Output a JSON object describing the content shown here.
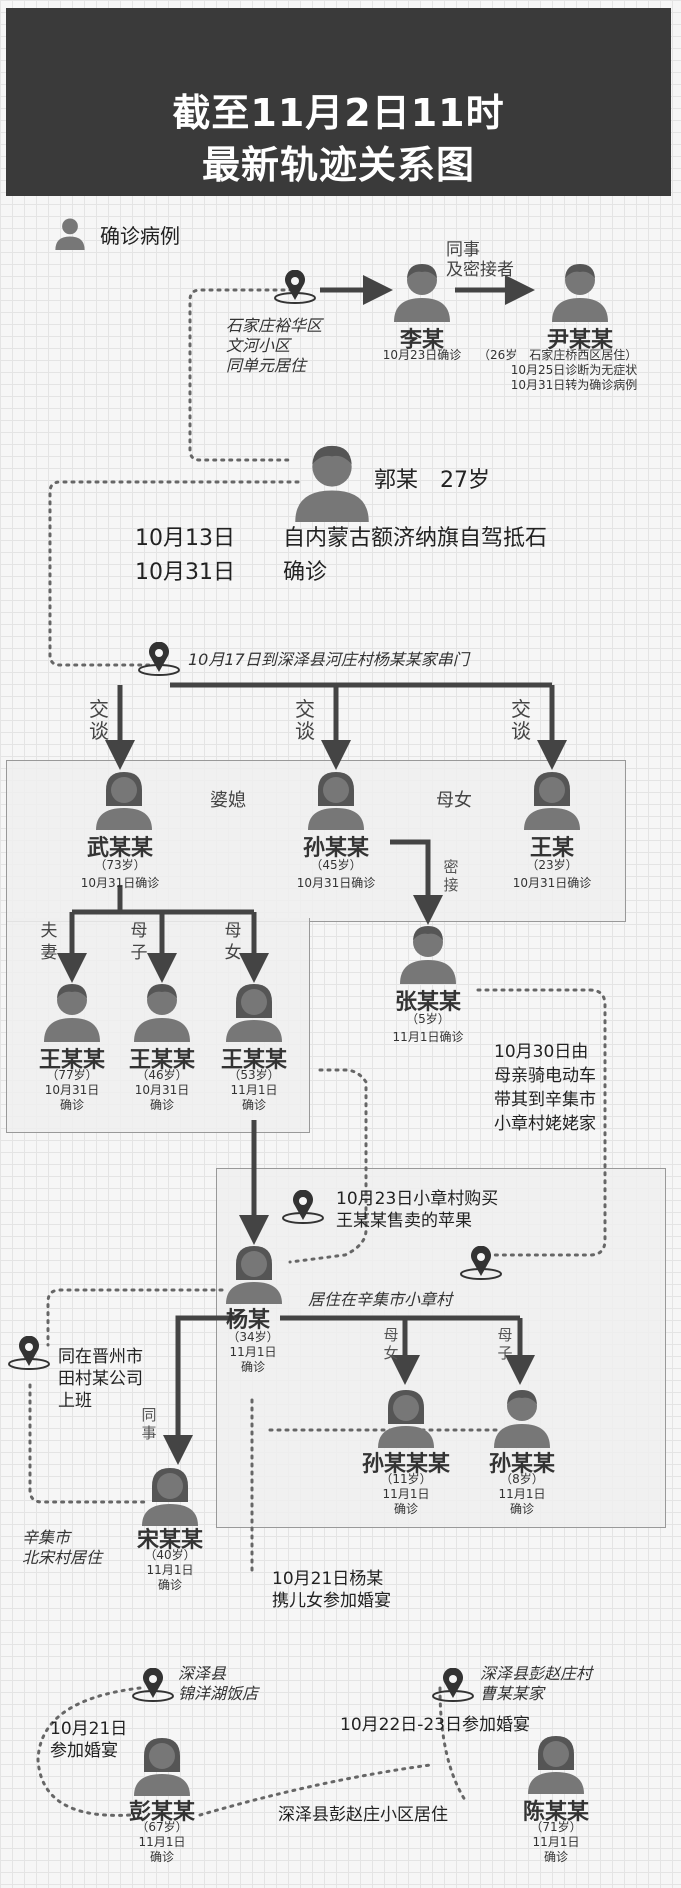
{
  "title_line1": "截至11月2日11时",
  "title_line2": "最新轨迹关系图",
  "legend": "确诊病例",
  "loc_shijiazhuang": [
    "石家庄裕华区",
    "文河小区",
    "同单元居住"
  ],
  "li": {
    "name": "李某",
    "info": "10月23日确诊"
  },
  "rel_colleague_close": [
    "同事",
    "及密接者"
  ],
  "yin": {
    "name": "尹某某",
    "info": [
      "（26岁　石家庄桥西区居住）",
      "10月25日诊断为无症状",
      "10月31日转为确诊病例"
    ]
  },
  "guo": {
    "name": "郭某　27岁"
  },
  "guo_line1": {
    "date": "10月13日",
    "text": "自内蒙古额济纳旗自驾抵石"
  },
  "guo_line2": {
    "date": "10月31日",
    "text": "确诊"
  },
  "visit": "10月17日到深泽县河庄村杨某某家串门",
  "talk": [
    "交谈",
    "交谈",
    "交谈"
  ],
  "rel_posi": "婆媳",
  "rel_munv": "母女",
  "wu": {
    "name": "武某某",
    "age": "（73岁）",
    "info": "10月31日确诊"
  },
  "sun": {
    "name": "孙某某",
    "age": "（45岁）",
    "info": "10月31日确诊"
  },
  "wang1": {
    "name": "王某",
    "age": "（23岁）",
    "info": "10月31日确诊"
  },
  "rel_close": "密接",
  "rel_fuqi": "夫妻",
  "rel_muzi": "母子",
  "rel_munv2": "母女",
  "zhang": {
    "name": "张某某",
    "age": "（5岁）",
    "info": "11月1日确诊"
  },
  "wang77": {
    "name": "王某某",
    "age": "（77岁）",
    "info": [
      "10月31日",
      "确诊"
    ]
  },
  "wang46": {
    "name": "王某某",
    "age": "（46岁）",
    "info": [
      "10月31日",
      "确诊"
    ]
  },
  "wang53": {
    "name": "王某某",
    "age": "（53岁）",
    "info": [
      "11月1日",
      "确诊"
    ]
  },
  "oct30": [
    "10月30日由",
    "母亲骑电动车",
    "带其到辛集市",
    "小章村姥姥家"
  ],
  "apple": [
    "10月23日小章村购买",
    "王某某售卖的苹果"
  ],
  "xinji_home": "居住在辛集市小章村",
  "yang": {
    "name": "杨某",
    "age": "（34岁）",
    "info": [
      "11月1日",
      "确诊"
    ]
  },
  "jinzhou": [
    "同在晋州市",
    "田村某公司",
    "上班"
  ],
  "rel_tongshi": "同事",
  "rel_munv3": "母女",
  "rel_muzi2": "母子",
  "sun11": {
    "name": "孙某某某",
    "age": "（11岁）",
    "info": [
      "11月1日",
      "确诊"
    ]
  },
  "sun8": {
    "name": "孙某某",
    "age": "（8岁）",
    "info": [
      "11月1日",
      "确诊"
    ]
  },
  "song": {
    "name": "宋某某",
    "age": "（40岁）",
    "info": [
      "11月1日",
      "确诊"
    ]
  },
  "beisong": [
    "辛集市",
    "北宋村居住"
  ],
  "wedding": [
    "10月21日杨某",
    "携儿女参加婚宴"
  ],
  "loc_jinyanghu": [
    "深泽县",
    "锦洋湖饭店"
  ],
  "loc_cao": [
    "深泽县彭赵庄村",
    "曹某某家"
  ],
  "attend_oct21": [
    "10月21日",
    "参加婚宴"
  ],
  "attend_oct22": "10月22日-23日参加婚宴",
  "peng": {
    "name": "彭某某",
    "age": "（67岁）",
    "info": [
      "11月1日",
      "确诊"
    ]
  },
  "chen": {
    "name": "陈某某",
    "age": "（71岁）",
    "info": [
      "11月1日",
      "确诊"
    ]
  },
  "pengzhao": "深泽县彭赵庄小区居住"
}
